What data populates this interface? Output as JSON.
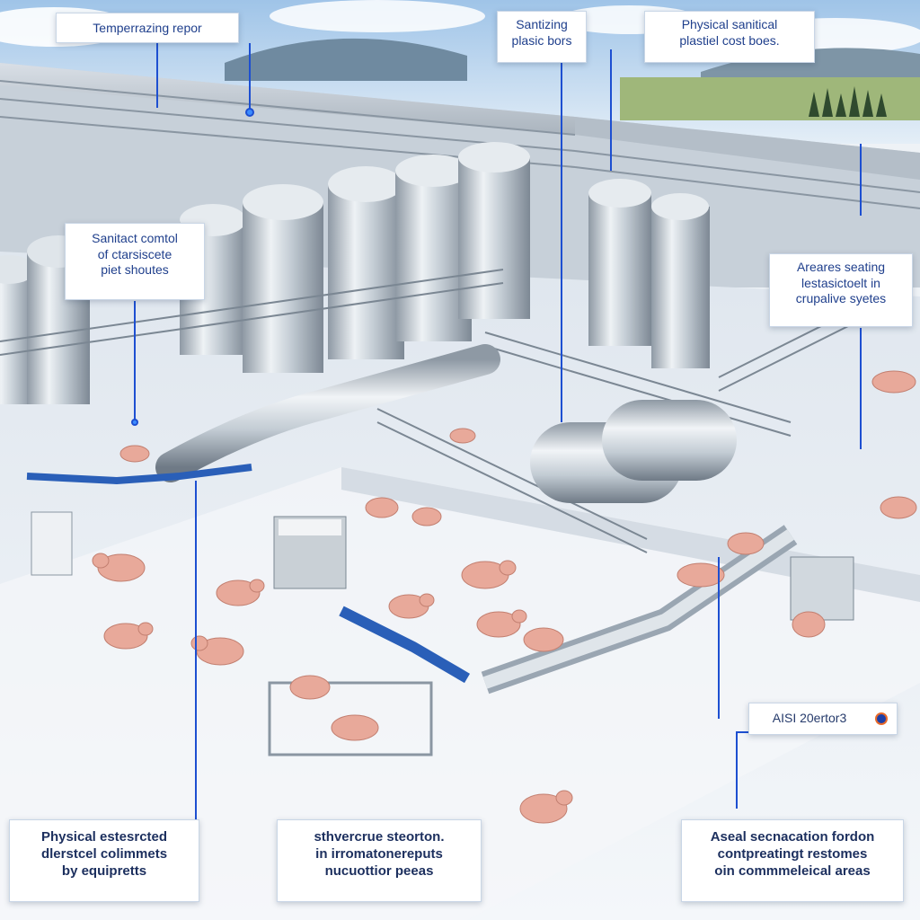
{
  "colors": {
    "sky": "#bcd7ef",
    "floor": "#e9eef4",
    "steel": "#b9c3cc",
    "callout_text": "#1f3f8c",
    "leader_line": "#1d4fd1",
    "pig": "#e8a99a"
  },
  "callouts": {
    "top_left": "Temperrazing repor",
    "top_center": [
      "Santizing",
      "plasic bors"
    ],
    "top_right": [
      "Physical sanitical",
      "plastiel cost boes."
    ],
    "mid_left": [
      "Sanitact comtol",
      "of ctarsiscete",
      "piet shoutes"
    ],
    "mid_right": [
      "Areares seating",
      "lestasictoelt in",
      "crupalive syetes"
    ],
    "badge": "AISI 20ertor3",
    "bottom_left": [
      "Physical estesrcted",
      "dlerstcel colimmets",
      "by equipretts"
    ],
    "bottom_center": [
      "sthvercrue steorton.",
      "in irromatonereputs",
      "nucuottior peeas"
    ],
    "bottom_right": [
      "Aseal secnacation fordon",
      "contpreatingt restomes",
      "oin commmeleical areas"
    ]
  },
  "icons": {
    "pig": "pig-icon",
    "tank": "tank-icon",
    "conveyor": "conveyor-icon",
    "badge_dot": "status-dot-icon"
  }
}
